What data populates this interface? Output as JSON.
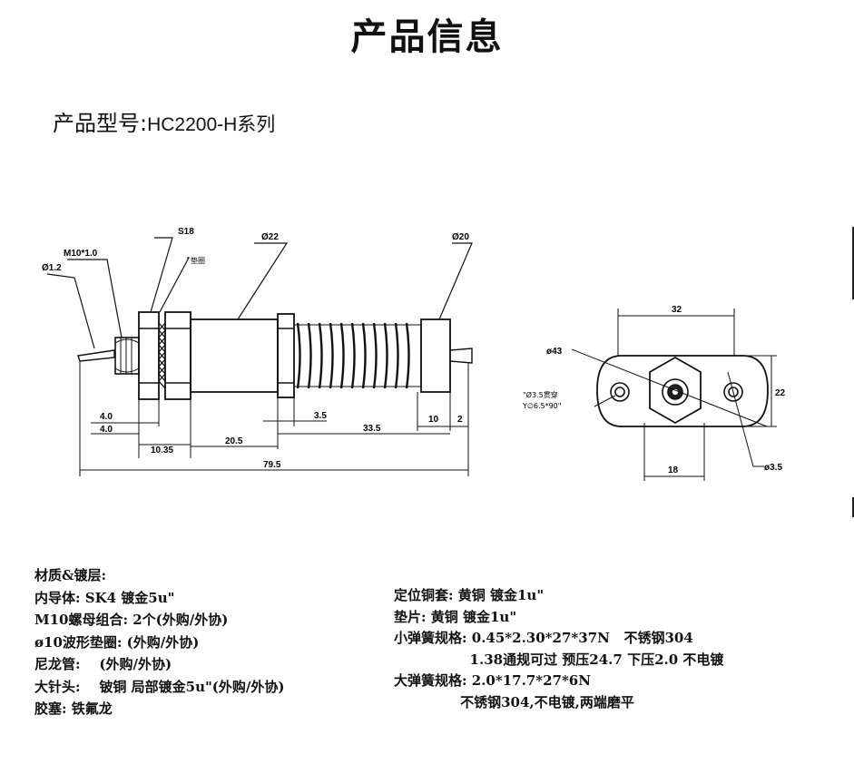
{
  "title": "产品信息",
  "model": {
    "label": "产品型号:",
    "value": "HC2200-H系列"
  },
  "drawing": {
    "labels": {
      "s18": "S18",
      "m10": "M10*1.0",
      "washer": "垫圈",
      "d12": "Ø1.2",
      "d22": "Ø22",
      "d20": "Ø20",
      "d43": "ø43",
      "hole_note_1": "\"Ø3.5贯穿",
      "hole_note_2": "Y∅6.5*90\"",
      "d35": "ø3.5"
    },
    "dimensions": {
      "d4a": "4.0",
      "d4b": "4.0",
      "d1035": "10.35",
      "d205": "20.5",
      "d35": "3.5",
      "d335": "33.5",
      "d10": "10",
      "d2": "2",
      "d795": "79.5",
      "d32": "32",
      "d22": "22",
      "d18": "18"
    }
  },
  "specs": {
    "left": [
      "材质&镀层:",
      "内导体: SK4 镀金5u\"",
      "M10螺母组合: 2个(外购/外协)",
      "ø10波形垫圈: (外购/外协)",
      "尼龙管:    (外购/外协)",
      "大针头:    铍铜 局部镀金5u\"(外购/外协)",
      "胶塞: 铁氟龙"
    ],
    "right": [
      "定位铜套: 黄铜 镀金1u\"",
      "垫片: 黄铜 镀金1u\"",
      "小弹簧规格: 0.45*2.30*27*37N   不锈钢304",
      "                1.38通规可过 预压24.7 下压2.0 不电镀",
      "大弹簧规格: 2.0*17.7*27*6N",
      "              不锈钢304,不电镀,两端磨平"
    ]
  }
}
